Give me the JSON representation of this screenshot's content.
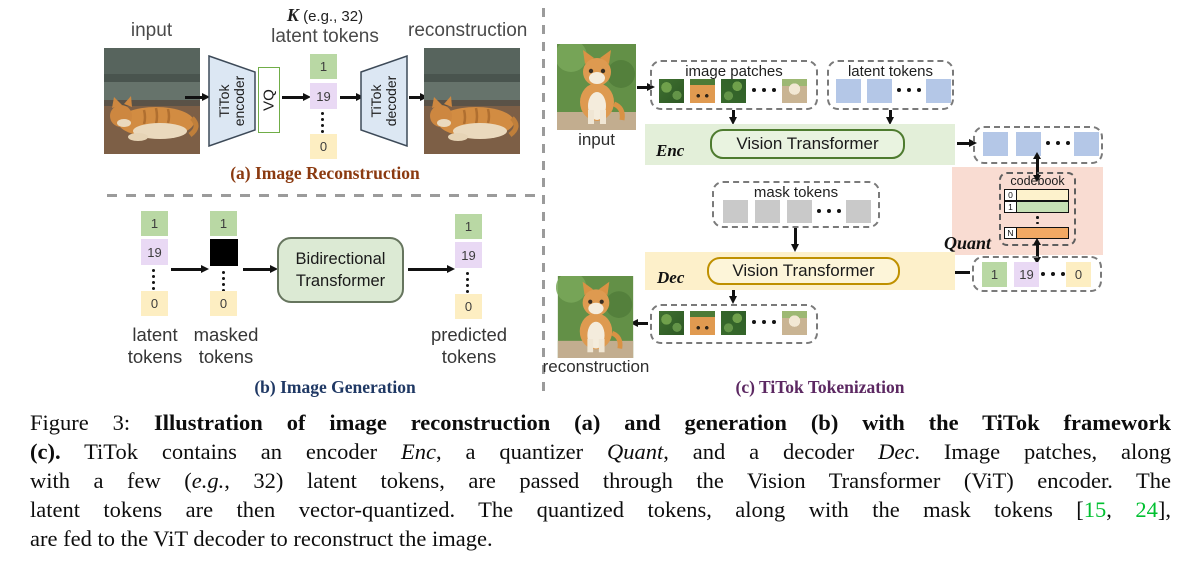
{
  "colors": {
    "token_green": "#b9d8a4",
    "token_purple": "#e9d9f4",
    "token_yellow": "#fdeec2",
    "token_blue": "#b4c7e7",
    "token_gray": "#c9c9c9",
    "mask_black": "#000000",
    "enc_band": "#e3efd9",
    "dec_band": "#fdf0ca",
    "quant_band": "#f9dcd2",
    "codebook_yellow": "#fdf2cc",
    "codebook_green": "#c6e0b4",
    "codebook_orange": "#f2a964",
    "caption_a_color": "#8b3a10",
    "caption_b_color": "#1f3864",
    "caption_c_color": "#5c2862",
    "cite_green": "#00c030"
  },
  "panel_a": {
    "input_label": "input",
    "k_bold": "K",
    "k_rest": " (e.g., 32)",
    "latent_tokens_label": "latent tokens",
    "reconstruction_label": "reconstruction",
    "encoder_line1": "TiTok",
    "encoder_line2": "encoder",
    "vq_label": "VQ",
    "decoder_line1": "TiTok",
    "decoder_line2": "decoder",
    "tokens": {
      "first": "1",
      "second": "19",
      "last": "0"
    },
    "caption": "(a) Image Reconstruction"
  },
  "panel_b": {
    "col1": {
      "first": "1",
      "second": "19",
      "last": "0",
      "label1": "latent",
      "label2": "tokens"
    },
    "col2": {
      "first": "1",
      "last": "0",
      "label1": "masked",
      "label2": "tokens"
    },
    "transformer_line1": "Bidirectional",
    "transformer_line2": "Transformer",
    "col3": {
      "first": "1",
      "second": "19",
      "last": "0",
      "label1": "predicted",
      "label2": "tokens"
    },
    "caption": "(b) Image Generation"
  },
  "panel_c": {
    "input_label": "input",
    "image_patches_label": "image patches",
    "latent_tokens_label": "latent tokens",
    "enc_label": "Enc",
    "enc_vit_label": "Vision Transformer",
    "mask_tokens_label": "mask tokens",
    "dec_label": "Dec",
    "dec_vit_label": "Vision Transformer",
    "quant_label": "Quant",
    "codebook_label": "codebook",
    "codebook_rows": {
      "row0": "0",
      "row1": "1",
      "rowN": "N"
    },
    "quant_tokens": {
      "first": "1",
      "second": "19",
      "last": "0"
    },
    "reconstruction_label": "reconstruction",
    "caption": "(c) TiTok Tokenization"
  },
  "caption": {
    "lines": [
      [
        {
          "t": "Figure 3: ",
          "s": "n"
        },
        {
          "t": "Illustration of image reconstruction (a) and generation (b) with the TiTok framework",
          "s": "b"
        }
      ],
      [
        {
          "t": "(c).",
          "s": "b"
        },
        {
          "t": " TiTok contains an encoder ",
          "s": "n"
        },
        {
          "t": "Enc",
          "s": "i"
        },
        {
          "t": ", a quantizer ",
          "s": "n"
        },
        {
          "t": "Quant",
          "s": "i"
        },
        {
          "t": ", and a decoder ",
          "s": "n"
        },
        {
          "t": "Dec",
          "s": "i"
        },
        {
          "t": ". Image patches, along",
          "s": "n"
        }
      ],
      [
        {
          "t": "with a few (",
          "s": "n"
        },
        {
          "t": "e.g.",
          "s": "i"
        },
        {
          "t": ", 32) latent tokens, are passed through the Vision Transformer (ViT) encoder. The",
          "s": "n"
        }
      ],
      [
        {
          "t": "latent tokens are then vector-quantized. The quantized tokens, along with the mask tokens [",
          "s": "n"
        },
        {
          "t": "15",
          "s": "c"
        },
        {
          "t": ", ",
          "s": "n"
        },
        {
          "t": "24",
          "s": "c"
        },
        {
          "t": "],",
          "s": "n"
        }
      ],
      [
        {
          "t": "are fed to the ViT decoder to reconstruct the image.",
          "s": "n"
        }
      ]
    ]
  }
}
